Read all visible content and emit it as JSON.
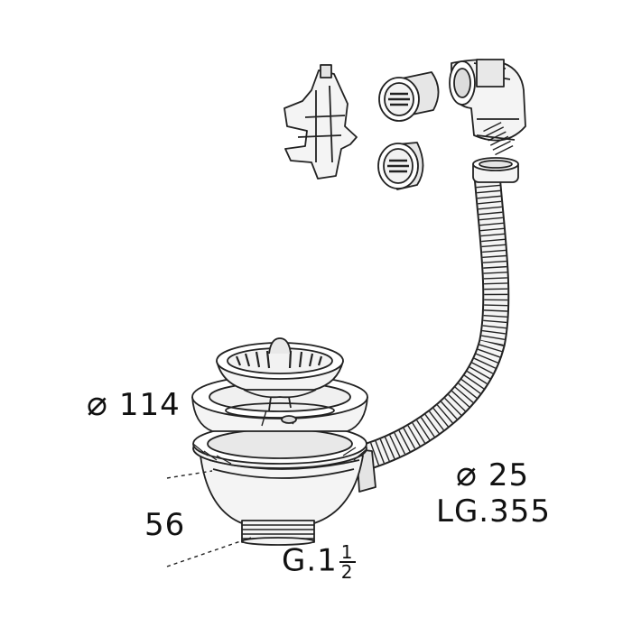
{
  "labels": {
    "basket_diameter": "114",
    "hose_diameter": "25",
    "hose_length": "LG.355",
    "height": "56",
    "thread_prefix": "G.1",
    "thread_num": "1",
    "thread_den": "2",
    "diameter_symbol": "⌀"
  },
  "colors": {
    "line": "#222222",
    "fill": "#f4f4f4",
    "shade": "#d8d8d8"
  }
}
